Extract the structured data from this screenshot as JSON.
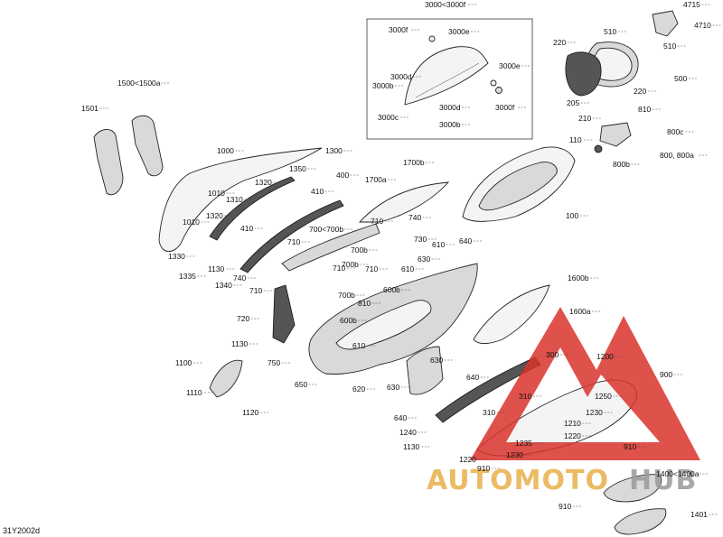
{
  "diagram": {
    "ref_code": "31Y2002d",
    "watermark": {
      "part1": "AUTOMOTO",
      "part2": "HUB",
      "color_red": "#d9332b",
      "color_orange": "#e8b04a",
      "color_grey": "#9a9a9a"
    },
    "callouts": [
      "3000<3000f",
      "3000f",
      "3000e",
      "3000d",
      "3000b",
      "3000c",
      "3000e",
      "3000f",
      "3000d",
      "3000b",
      "4715",
      "4710",
      "510",
      "510",
      "220",
      "500",
      "220",
      "205",
      "810",
      "800c",
      "210",
      "110",
      "800, 800a",
      "800b",
      "1500<1500a",
      "1501",
      "1000",
      "1300",
      "1350",
      "1320",
      "1310",
      "1010",
      "410",
      "400",
      "1320",
      "1010",
      "1330",
      "1335",
      "1130",
      "410",
      "1340",
      "1700b",
      "1700a",
      "740",
      "710",
      "100",
      "700<700b",
      "710",
      "730",
      "700b",
      "610",
      "640",
      "700b",
      "710",
      "710",
      "740",
      "700b",
      "630",
      "710",
      "720",
      "750",
      "810",
      "600b",
      "610",
      "600b",
      "1600b",
      "1600a",
      "610",
      "630",
      "1100",
      "1130",
      "1110",
      "1120",
      "650",
      "620",
      "630",
      "640",
      "300",
      "1200",
      "900",
      "310",
      "1250",
      "1230",
      "640",
      "310",
      "1210",
      "1240",
      "1220",
      "1235",
      "1130",
      "910",
      "1220",
      "1230",
      "910",
      "1400<1400a",
      "910",
      "1401"
    ]
  }
}
